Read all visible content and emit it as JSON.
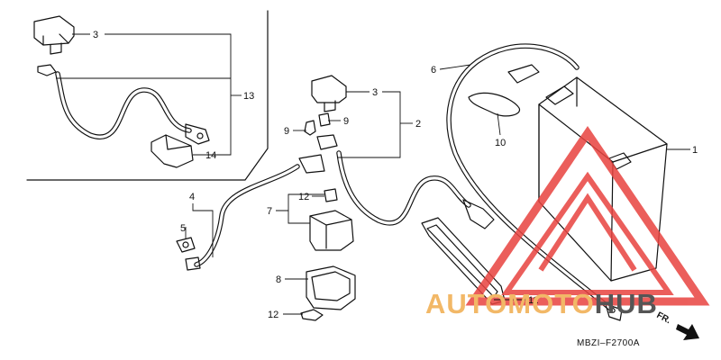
{
  "diagram": {
    "callouts": {
      "c1": "1",
      "c2": "2",
      "c3a": "3",
      "c3b": "3",
      "c4": "4",
      "c5": "5",
      "c6": "6",
      "c7": "7",
      "c8": "8",
      "c9a": "9",
      "c9b": "9",
      "c10": "10",
      "c11": "11",
      "c12a": "12",
      "c12b": "12",
      "c13": "13",
      "c14": "14"
    },
    "drawing_code": "MBZI–F2700A",
    "front_marker": "FR."
  },
  "watermark": {
    "part1": "AUTO",
    "part2": "MOTO",
    "part3": "HUB",
    "colors": {
      "orange": "#f2b867",
      "gray": "#555555",
      "red": "#e8433f"
    }
  }
}
